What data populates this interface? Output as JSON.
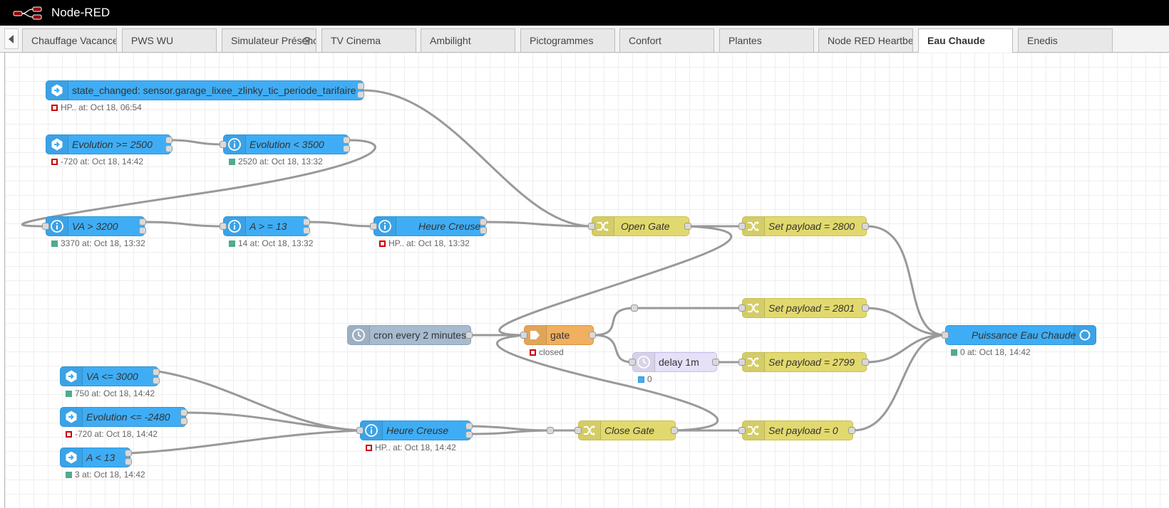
{
  "app": {
    "title": "Node-RED"
  },
  "tabs": [
    {
      "label": "Chauffage Vacances"
    },
    {
      "label": "PWS WU"
    },
    {
      "label": "Simulateur Présence"
    },
    {
      "label": "TV Cinema"
    },
    {
      "label": "Ambilight"
    },
    {
      "label": "Pictogrammes"
    },
    {
      "label": "Confort"
    },
    {
      "label": "Plantes"
    },
    {
      "label": "Node RED Heartbeat"
    },
    {
      "label": "Eau Chaude",
      "active": true
    },
    {
      "label": "Enedis"
    }
  ],
  "nodes": {
    "state_changed": {
      "label": "state_changed: sensor.garage_lixee_zlinky_tic_periode_tarifaire",
      "status": "HP.. at: Oct 18, 06:54",
      "status_color": "red",
      "icon": "ha-events-icon"
    },
    "evolution_ge_2500": {
      "label": "Evolution >= 2500",
      "status": "-720 at: Oct 18, 14:42",
      "status_color": "red",
      "icon": "ha-events-icon"
    },
    "evolution_lt_3500": {
      "label": "Evolution < 3500",
      "status": "2520 at: Oct 18, 13:32",
      "status_color": "green",
      "icon": "info-icon"
    },
    "va_gt_3200": {
      "label": "VA > 3200",
      "status": "3370 at: Oct 18, 13:32",
      "status_color": "green",
      "icon": "info-icon"
    },
    "a_ge_13": {
      "label": "A > = 13",
      "status": "14 at: Oct 18, 13:32",
      "status_color": "green",
      "icon": "info-icon"
    },
    "heure_creuse_1": {
      "label": "Heure Creuse",
      "status": "HP.. at: Oct 18, 13:32",
      "status_color": "red",
      "icon": "info-icon"
    },
    "open_gate": {
      "label": "Open Gate",
      "icon": "shuffle-icon"
    },
    "set_2800": {
      "label": "Set payload = 2800",
      "icon": "shuffle-icon"
    },
    "set_2801": {
      "label": "Set payload = 2801",
      "icon": "shuffle-icon"
    },
    "cron": {
      "label": "cron every 2 minutes",
      "icon": "clock-icon"
    },
    "gate": {
      "label": "gate",
      "status": "closed",
      "status_color": "red",
      "icon": "gate-icon"
    },
    "delay": {
      "label": "delay 1m",
      "status": "0",
      "status_color": "blue",
      "icon": "timer-icon"
    },
    "set_2799": {
      "label": "Set payload = 2799",
      "icon": "shuffle-icon"
    },
    "puissance": {
      "label": "Puissance Eau Chaude",
      "status": "0 at: Oct 18, 14:42",
      "status_color": "green",
      "icon": "ha-entity-icon"
    },
    "va_le_3000": {
      "label": "VA <= 3000",
      "status": "750 at: Oct 18, 14:42",
      "status_color": "green",
      "icon": "ha-events-icon"
    },
    "evolution_le_m2480": {
      "label": "Evolution <= -2480",
      "status": "-720 at: Oct 18, 14:42",
      "status_color": "red",
      "icon": "ha-events-icon"
    },
    "a_lt_13": {
      "label": "A < 13",
      "status": "3 at: Oct 18, 14:42",
      "status_color": "green",
      "icon": "ha-events-icon"
    },
    "heure_creuse_2": {
      "label": "Heure Creuse",
      "status": "HP.. at: Oct 18, 14:42",
      "status_color": "red",
      "icon": "info-icon"
    },
    "close_gate": {
      "label": "Close Gate",
      "icon": "shuffle-icon"
    },
    "set_0": {
      "label": "Set payload = 0",
      "icon": "shuffle-icon"
    }
  },
  "colors": {
    "ha_node": "#3fadf5",
    "change_node": "#e2d96e",
    "gate_node": "#f0b060",
    "inject_node": "#a6bbcf",
    "delay_node": "#e6e0f8",
    "header": "#000000"
  }
}
